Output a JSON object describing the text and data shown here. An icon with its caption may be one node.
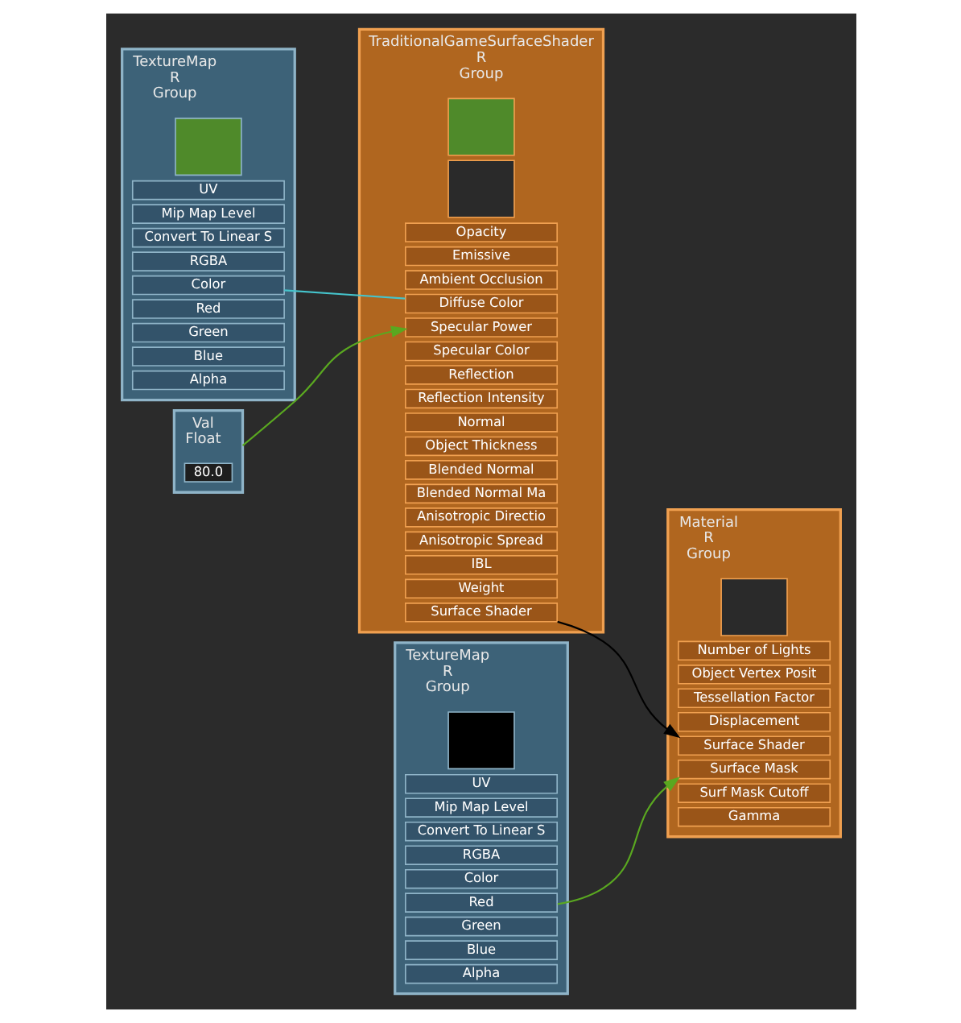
{
  "diagram": {
    "nodes": [
      {
        "text": [
          "TextureMap",
          "R",
          "Group"
        ]
      },
      {
        "text": [],
        "shape": "box",
        "in": 0
      },
      {
        "text": [
          "UV"
        ],
        "in": 0
      },
      {
        "text": [
          "Mip Map Level"
        ],
        "in": 0
      },
      {
        "text": [
          "Convert To Linear S"
        ],
        "in": 0
      },
      {
        "text": [
          "RGBA"
        ],
        "in": 0
      },
      {
        "text": [
          "Color"
        ],
        "in": 0
      },
      {
        "text": [
          "Red"
        ],
        "in": 0
      },
      {
        "text": [
          "Green"
        ],
        "in": 0
      },
      {
        "text": [
          "Blue"
        ],
        "in": 0
      },
      {
        "text": [
          "Alpha"
        ],
        "in": 0
      },
      {
        "text": [
          "Val",
          "Float"
        ]
      },
      {
        "text": [
          "80.0"
        ],
        "in": 11
      },
      {
        "text": [
          "TraditionalGameSurfaceShader",
          "R",
          "Group"
        ]
      },
      {
        "text": [],
        "shape": "box",
        "in": 13
      },
      {
        "text": [],
        "shape": "box",
        "in": 13
      },
      {
        "text": [
          "Opacity"
        ],
        "in": 13
      },
      {
        "text": [
          "Emissive"
        ],
        "in": 13
      },
      {
        "text": [
          "Ambient Occlusion"
        ],
        "in": 13
      },
      {
        "text": [
          "Diffuse Color"
        ],
        "in": 13
      },
      {
        "text": [
          "Specular Power"
        ],
        "in": 13
      },
      {
        "text": [
          "Specular Color"
        ],
        "in": 13
      },
      {
        "text": [
          "Reflection"
        ],
        "in": 13
      },
      {
        "text": [
          "Reflection Intensity"
        ],
        "in": 13
      },
      {
        "text": [
          "Normal"
        ],
        "in": 13
      },
      {
        "text": [
          "Object Thickness"
        ],
        "in": 13
      },
      {
        "text": [
          "Blended Normal"
        ],
        "in": 13
      },
      {
        "text": [
          "Blended Normal Ma"
        ],
        "in": 13
      },
      {
        "text": [
          "Anisotropic Directio"
        ],
        "in": 13
      },
      {
        "text": [
          "Anisotropic Spread"
        ],
        "in": 13
      },
      {
        "text": [
          "IBL"
        ],
        "in": 13
      },
      {
        "text": [
          "Weight"
        ],
        "in": 13
      },
      {
        "text": [
          "Surface Shader"
        ],
        "in": 13
      },
      {
        "text": [
          "Material",
          "R",
          "Group"
        ]
      },
      {
        "text": [],
        "shape": "box",
        "in": 33
      },
      {
        "text": [
          "Number of Lights"
        ],
        "in": 33
      },
      {
        "text": [
          "Object Vertex Posit"
        ],
        "in": 33
      },
      {
        "text": [
          "Tessellation Factor"
        ],
        "in": 33
      },
      {
        "text": [
          "Displacement"
        ],
        "in": 33
      },
      {
        "text": [
          "Surface Shader"
        ],
        "in": 33
      },
      {
        "text": [
          "Surface Mask"
        ],
        "in": 33
      },
      {
        "text": [
          "Surf Mask Cutoff"
        ],
        "in": 33
      },
      {
        "text": [
          "Gamma"
        ],
        "in": 33
      },
      {
        "text": [
          "TextureMap",
          "R",
          "Group"
        ]
      },
      {
        "text": [],
        "shape": "box",
        "in": 43
      },
      {
        "text": [
          "UV"
        ],
        "in": 43
      },
      {
        "text": [
          "Mip Map Level"
        ],
        "in": 43
      },
      {
        "text": [
          "Convert To Linear S"
        ],
        "in": 43
      },
      {
        "text": [
          "RGBA"
        ],
        "in": 43
      },
      {
        "text": [
          "Color"
        ],
        "in": 43
      },
      {
        "text": [
          "Red"
        ],
        "in": 43
      },
      {
        "text": [
          "Green"
        ],
        "in": 43
      },
      {
        "text": [
          "Blue"
        ],
        "in": 43
      },
      {
        "text": [
          "Alpha"
        ],
        "in": 43
      }
    ],
    "edges": [
      {
        "from": 6,
        "to": 19,
        "arrow": "none",
        "color": "#45c4cc"
      },
      {
        "from": 11,
        "to": 20,
        "arrow": "to",
        "color": "#5aa820"
      },
      {
        "from": 32,
        "to": 39,
        "arrow": "to",
        "color": "#000000"
      },
      {
        "from": 50,
        "to": 40,
        "arrow": "to",
        "color": "#5aa820"
      }
    ]
  }
}
